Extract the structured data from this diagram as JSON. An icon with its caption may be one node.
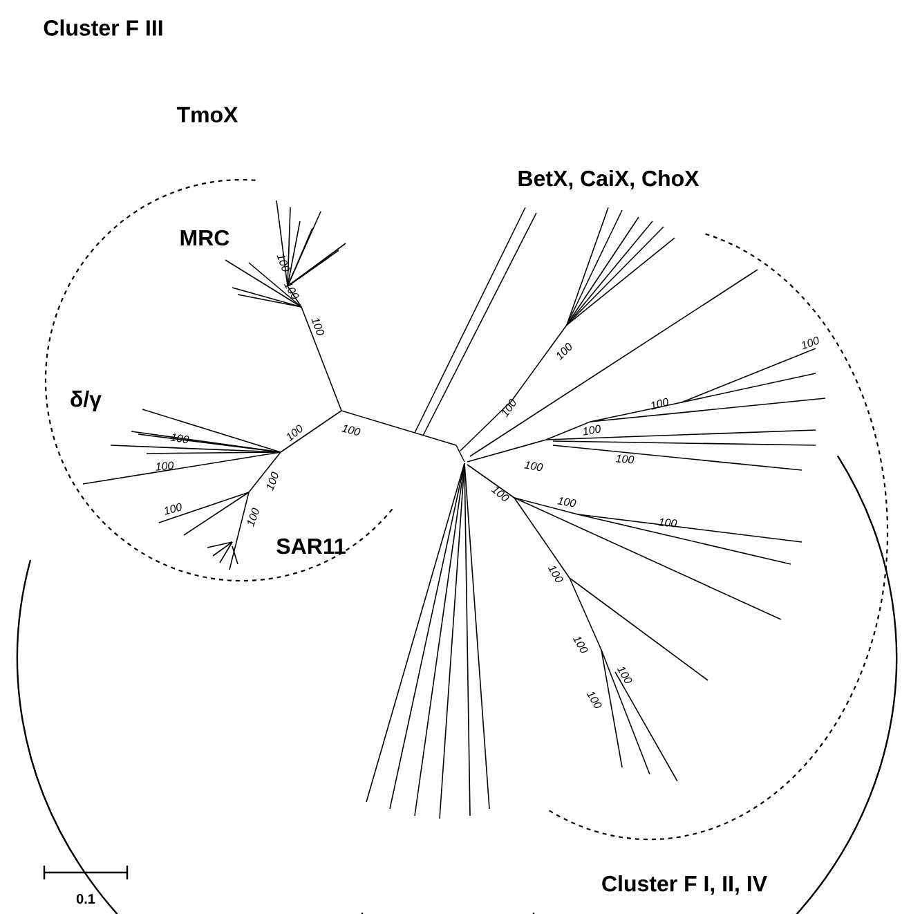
{
  "diagram": {
    "labels": [
      "Cluster F III",
      "TmoX",
      "BetX, CaiX, ChoX",
      "MRC",
      "δ/γ",
      "SAR11",
      "Cluster F I, II, IV",
      "0.1",
      "100",
      "100",
      "100",
      "100",
      "100",
      "100",
      "100",
      "100",
      "100",
      "100",
      "100",
      "100",
      "100",
      "100",
      "100",
      "100",
      "100",
      "100",
      "100",
      "100",
      "100",
      "100",
      "100",
      "100"
    ]
  }
}
